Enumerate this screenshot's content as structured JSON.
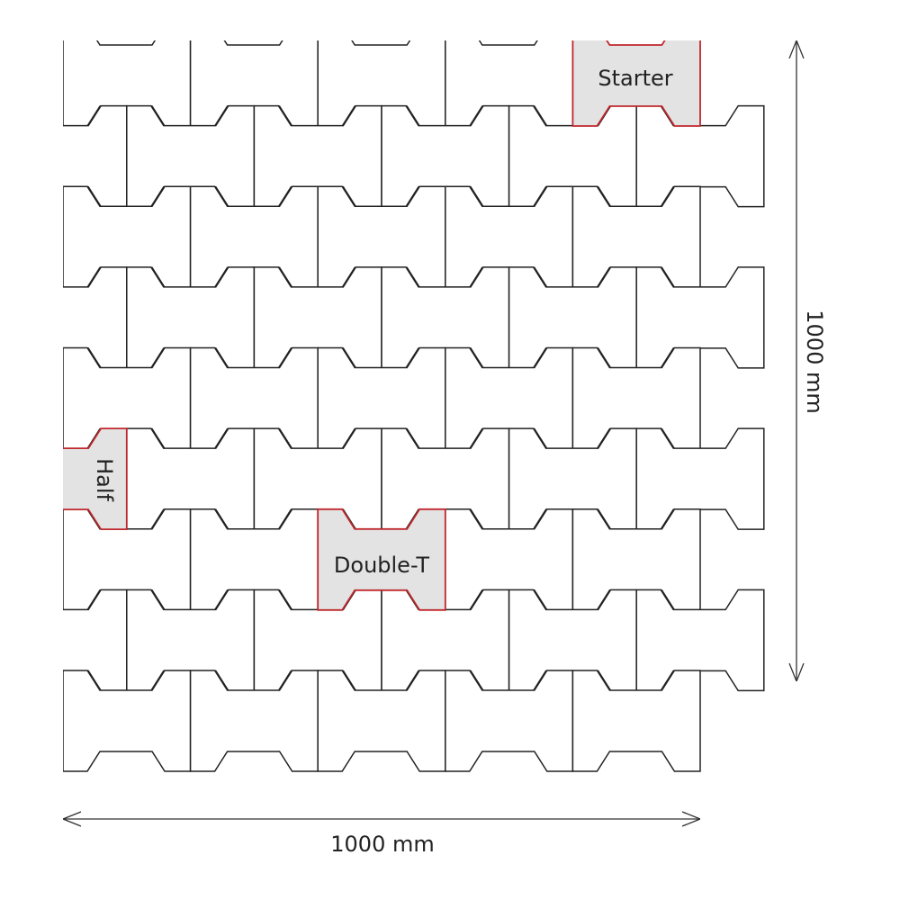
{
  "diagram": {
    "title": "Interlocking double-T paver layout",
    "labels": {
      "starter": "Starter",
      "half": "Half",
      "double_t": "Double-T"
    },
    "dimensions": {
      "width": "1000 mm",
      "height": "1000 mm"
    },
    "colors": {
      "line": "#222222",
      "highlight_stroke": "#c0282d",
      "highlight_fill": "#e3e3e3"
    }
  }
}
